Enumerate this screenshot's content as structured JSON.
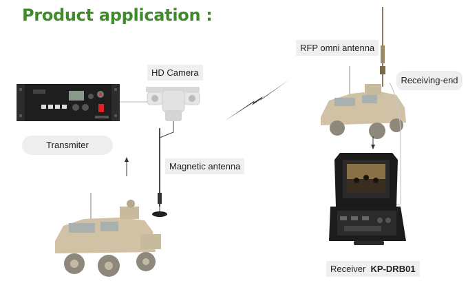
{
  "title": "Product application :",
  "labels": {
    "transmitter": "Transmiter",
    "hd_camera": "HD Camera",
    "magnetic_antenna": "Magnetic antenna",
    "rfp_omni_antenna": "RFP omni antenna",
    "receiving_end": "Receiving-end",
    "receiver_prefix": "Receiver",
    "receiver_model": "KP-DRB01"
  },
  "colors": {
    "title_green": "#3f8a2b",
    "label_bg": "#eeeeee",
    "vehicle_tan": "#c9b896",
    "device_black": "#1e1e1e"
  },
  "icons": [
    "transmitter-unit-icon",
    "ptz-camera-icon",
    "magnetic-antenna-icon",
    "vehicle-icon",
    "lightning-signal-icon",
    "receiver-case-icon"
  ]
}
